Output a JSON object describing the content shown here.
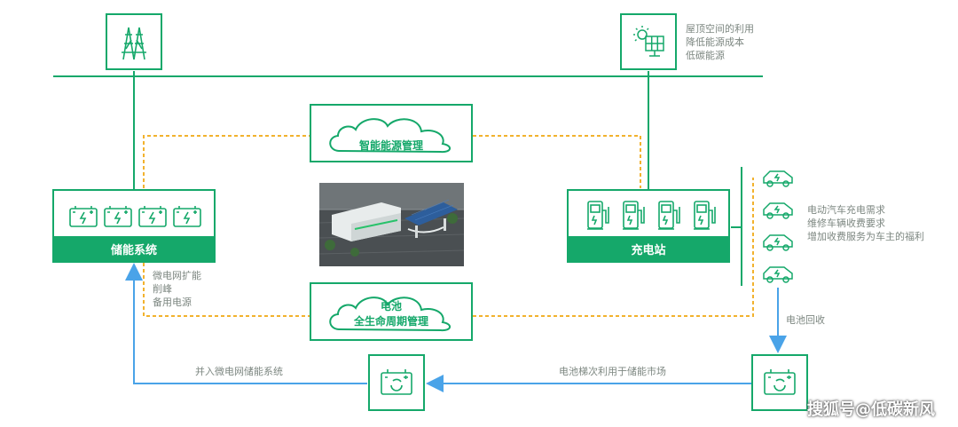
{
  "solar_benefits": [
    "屋顶空间的利用",
    "降低能源成本",
    "低碳能源"
  ],
  "energy_management": {
    "label": "智能能源管理"
  },
  "storage_system": {
    "label": "储能系统",
    "benefits": [
      "微电网扩能",
      "削峰",
      "备用电源"
    ]
  },
  "charging_station": {
    "label": "充电站"
  },
  "ev_benefits": [
    "电动汽车充电需求",
    "维修车辆收费要求",
    "增加收费服务为车主的福利"
  ],
  "battery_lifecycle": {
    "line1": "电池",
    "line2": "全生命周期管理"
  },
  "battery_recycling": {
    "label": "电池回收"
  },
  "second_life": {
    "label": "电池梯次利用于储能市场"
  },
  "microgrid_integration": {
    "label": "并入微电网储能系统"
  },
  "watermark": "搜狐号@低碳新风",
  "colors": {
    "accent": "#15a86a",
    "dashed": "#f2b22e",
    "arrow": "#4aa3e8"
  }
}
